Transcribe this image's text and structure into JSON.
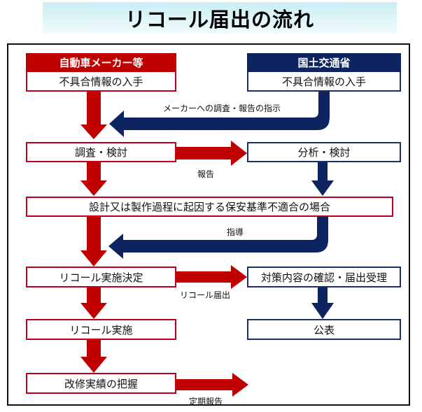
{
  "title": "リコール届出の流れ",
  "colors": {
    "maker": "#c00000",
    "ministry": "#0d2461"
  },
  "left_column": {
    "header": "自動車メーカー等",
    "steps": [
      "不具合情報の入手",
      "調査・検討",
      "リコール実施決定",
      "リコール実施",
      "改修実績の把握"
    ]
  },
  "right_column": {
    "header": "国土交通省",
    "steps": [
      "不具合情報の入手",
      "分析・検討",
      "対策内容の確認・届出受理",
      "公表"
    ]
  },
  "shared_step": "設計又は製作過程に起因する保安基準不適合の場合",
  "arrow_labels": {
    "instruction": "メーカーへの調査・報告の指示",
    "report": "報告",
    "guidance": "指導",
    "recall_filing": "リコール届出",
    "periodic_report": "定期報告"
  }
}
